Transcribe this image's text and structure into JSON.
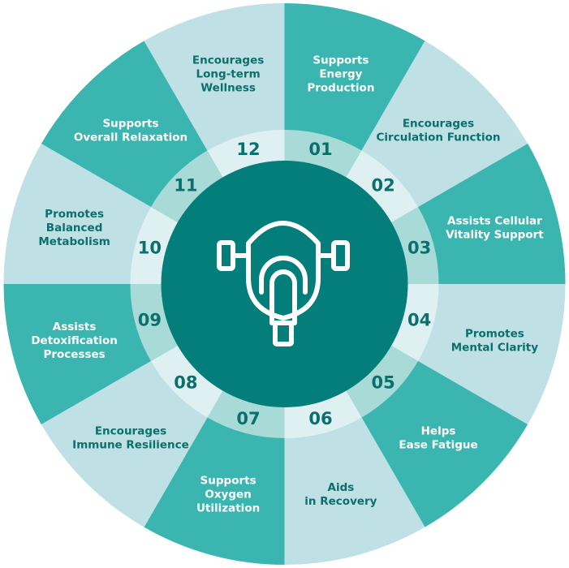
{
  "colors": {
    "dark_teal": "#3ab5b0",
    "light_blue": "#bfe0e5",
    "ring_dark": "#a8dad7",
    "ring_light": "#dff0f2",
    "center": "#047e7a",
    "label_on_dark": "#ffffff",
    "label_on_light": "#0b6f6c",
    "number": "#0b6f6c",
    "icon": "#ffffff"
  },
  "center_icon": "oxygen-mask-icon",
  "segments": [
    {
      "number": "01",
      "label": [
        "Supports",
        "Energy",
        "Production"
      ]
    },
    {
      "number": "02",
      "label": [
        "Encourages",
        "Circulation Function"
      ]
    },
    {
      "number": "03",
      "label": [
        "Assists Cellular",
        "Vitality Support"
      ]
    },
    {
      "number": "04",
      "label": [
        "Promotes",
        "Mental Clarity"
      ]
    },
    {
      "number": "05",
      "label": [
        "Helps",
        "Ease Fatigue"
      ]
    },
    {
      "number": "06",
      "label": [
        "Aids",
        "in Recovery"
      ]
    },
    {
      "number": "07",
      "label": [
        "Supports",
        "Oxygen",
        "Utilization"
      ]
    },
    {
      "number": "08",
      "label": [
        "Encourages",
        "Immune Resilience"
      ]
    },
    {
      "number": "09",
      "label": [
        "Assists",
        "Detoxification",
        "Processes"
      ]
    },
    {
      "number": "10",
      "label": [
        "Promotes",
        "Balanced",
        "Metabolism"
      ]
    },
    {
      "number": "11",
      "label": [
        "Supports",
        "Overall Relaxation"
      ]
    },
    {
      "number": "12",
      "label": [
        "Encourages",
        "Long-term",
        "Wellness"
      ]
    }
  ]
}
